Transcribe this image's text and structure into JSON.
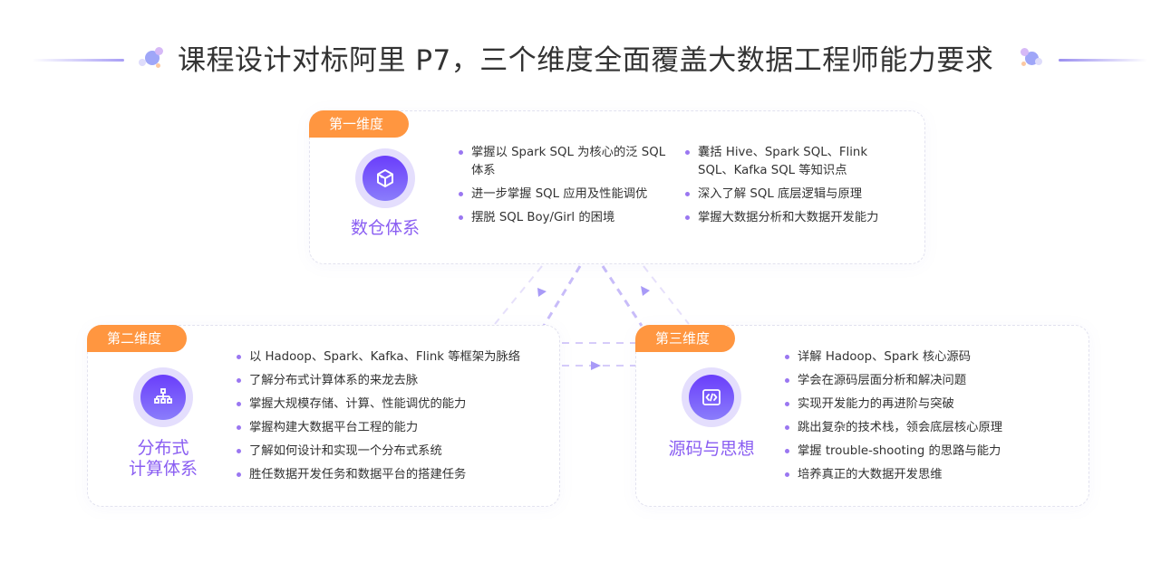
{
  "header": {
    "title": "课程设计对标阿里 P7，三个维度全面覆盖大数据工程师能力要求"
  },
  "colors": {
    "tag_orange": "#ff9640",
    "accent_purple": "#6a3dfb",
    "name_purple": "#8a5ef2",
    "bullet_purple": "#9a77f1",
    "connector_purple": "#b9aaf7"
  },
  "cards": [
    {
      "tag": "第一维度",
      "icon": "cube-box-icon",
      "name": "数仓体系",
      "points_left": [
        "掌握以 Spark SQL 为核心的泛 SQL 体系",
        "进一步掌握 SQL 应用及性能调优",
        "摆脱 SQL Boy/Girl 的困境"
      ],
      "points_right": [
        "囊括 Hive、Spark SQL、Flink SQL、Kafka SQL 等知识点",
        "深入了解 SQL 底层逻辑与原理",
        "掌握大数据分析和大数据开发能力"
      ]
    },
    {
      "tag": "第二维度",
      "icon": "hierarchy-tree-icon",
      "name_line1": "分布式",
      "name_line2": "计算体系",
      "points": [
        "以 Hadoop、Spark、Kafka、Flink 等框架为脉络",
        "了解分布式计算体系的来龙去脉",
        "掌握大规模存储、计算、性能调优的能力",
        "掌握构建大数据平台工程的能力",
        "了解如何设计和实现一个分布式系统",
        "胜任数据开发任务和数据平台的搭建任务"
      ]
    },
    {
      "tag": "第三维度",
      "icon": "code-brackets-icon",
      "name": "源码与思想",
      "points": [
        "详解 Hadoop、Spark 核心源码",
        "学会在源码层面分析和解决问题",
        "实现开发能力的再进阶与突破",
        "跳出复杂的技术栈，领会底层核心原理",
        "掌握 trouble-shooting 的思路与能力",
        "培养真正的大数据开发思维"
      ]
    }
  ]
}
